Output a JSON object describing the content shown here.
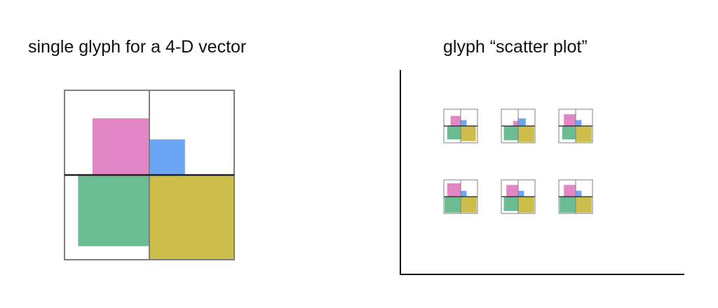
{
  "titles": {
    "left": "single glyph for a 4-D vector",
    "right": "glyph “scatter plot”"
  },
  "colors": {
    "pink": "#e286c6",
    "blue": "#6aa6f4",
    "green": "#6abd93",
    "olive": "#cdbd4a",
    "frame": "#808080",
    "divider": "#222222",
    "axis": "#111111"
  },
  "glyph_vector": {
    "pink": 0.67,
    "blue": 0.42,
    "green": 0.84,
    "olive": 1.0
  },
  "scatter_points": [
    {
      "pink": 0.6,
      "blue": 0.35,
      "green": 0.8,
      "olive": 0.9
    },
    {
      "pink": 0.3,
      "blue": 0.45,
      "green": 0.85,
      "olive": 0.95
    },
    {
      "pink": 0.7,
      "blue": 0.35,
      "green": 0.8,
      "olive": 0.95
    },
    {
      "pink": 0.8,
      "blue": 0.35,
      "green": 0.95,
      "olive": 0.95
    },
    {
      "pink": 0.7,
      "blue": 0.35,
      "green": 0.85,
      "olive": 0.95
    },
    {
      "pink": 0.7,
      "blue": 0.35,
      "green": 0.95,
      "olive": 0.95
    }
  ]
}
